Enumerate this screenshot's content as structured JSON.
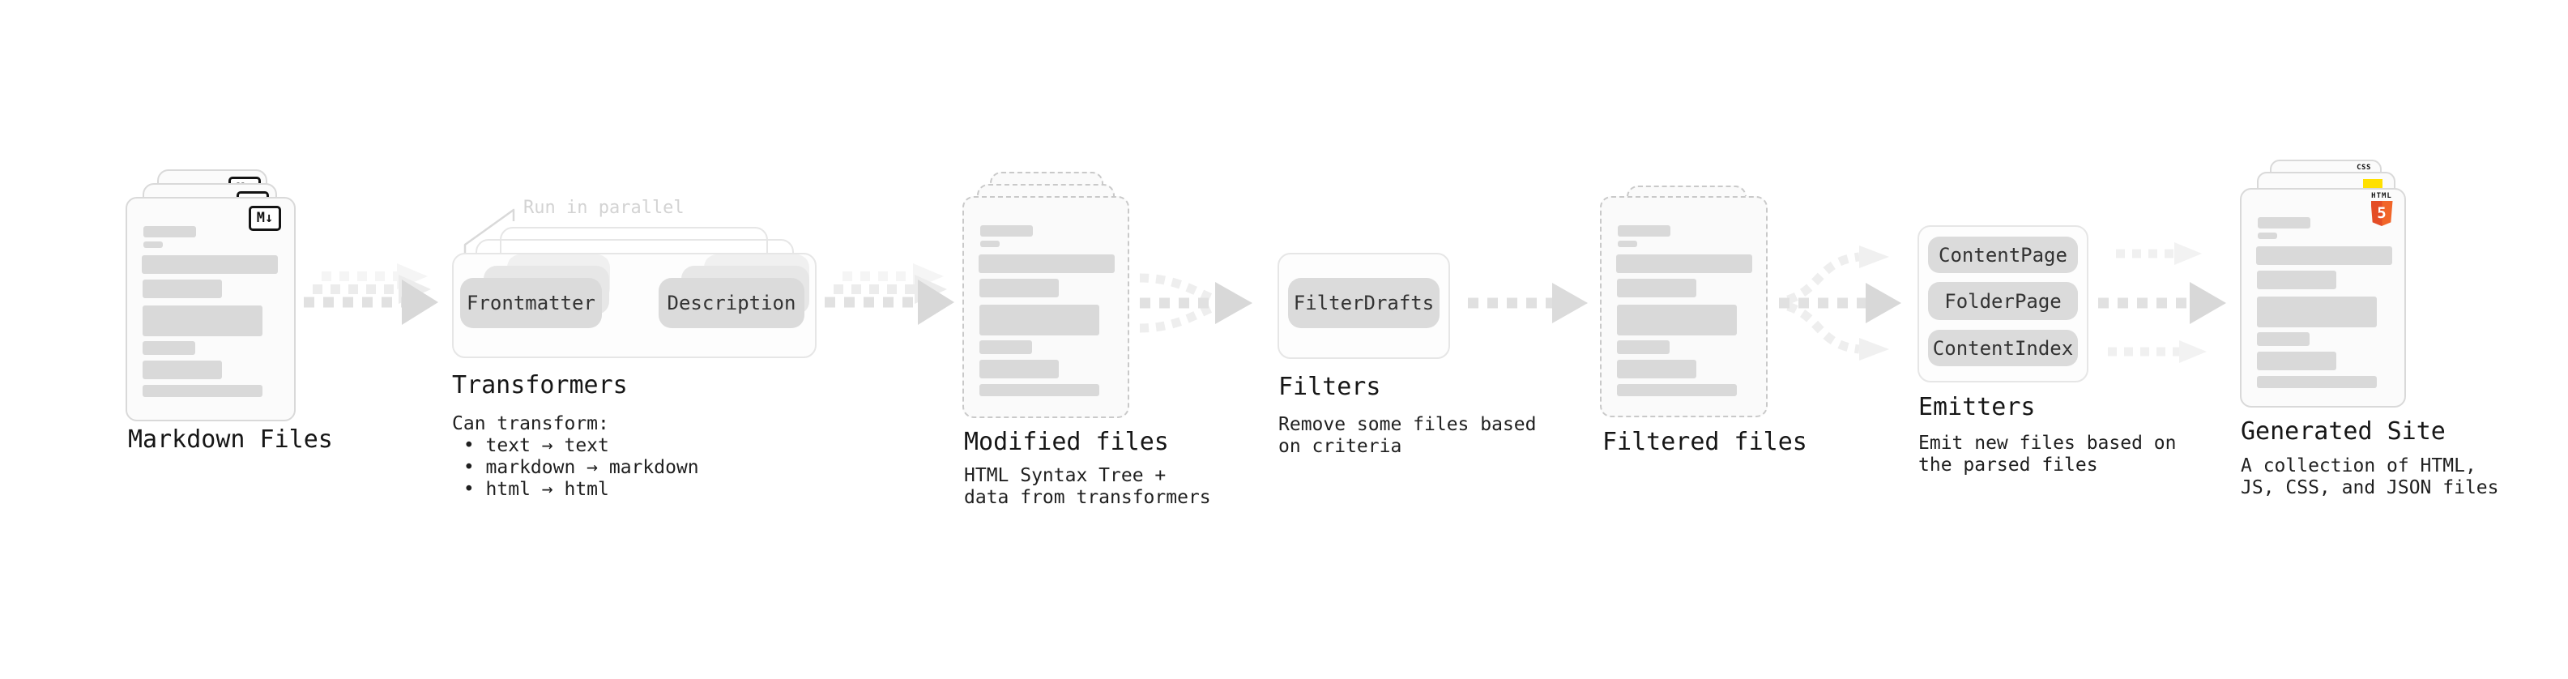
{
  "sections": {
    "markdown": {
      "title": "Markdown Files",
      "file_icon": "M↓"
    },
    "transformers": {
      "title": "Transformers",
      "note": "Run in parallel",
      "pill_frontmatter": "Frontmatter",
      "pill_description": "Description",
      "desc": "Can transform:\n • text → text\n • markdown → markdown\n • html → html"
    },
    "modified": {
      "title": "Modified files",
      "desc": "HTML Syntax Tree +\ndata from transformers"
    },
    "filters": {
      "title": "Filters",
      "pill_filterdrafts": "FilterDrafts",
      "desc": "Remove some files based\non criteria"
    },
    "filtered": {
      "title": "Filtered files"
    },
    "emitters": {
      "title": "Emitters",
      "pill_contentpage": "ContentPage",
      "pill_folderpage": "FolderPage",
      "pill_contentindex": "ContentIndex",
      "desc": "Emit new files based on\nthe parsed files"
    },
    "generated": {
      "title": "Generated Site",
      "desc": "A collection of HTML,\nJS, CSS, and JSON files",
      "badge_css": "CSS",
      "badge_html_word": "HTML",
      "badge_html_five": "5"
    }
  },
  "colors": {
    "html5_orange": "#e44d26",
    "html5_orange_light": "#f16529",
    "js_yellow": "#ffe000",
    "css_blue": "#2f6bff",
    "doc_bar_gray": "#d9d9d9",
    "arrow_gray": "#e1e1e1",
    "arrow_head_gray": "#d8d8d8",
    "note_gray": "#d3d3d3"
  }
}
